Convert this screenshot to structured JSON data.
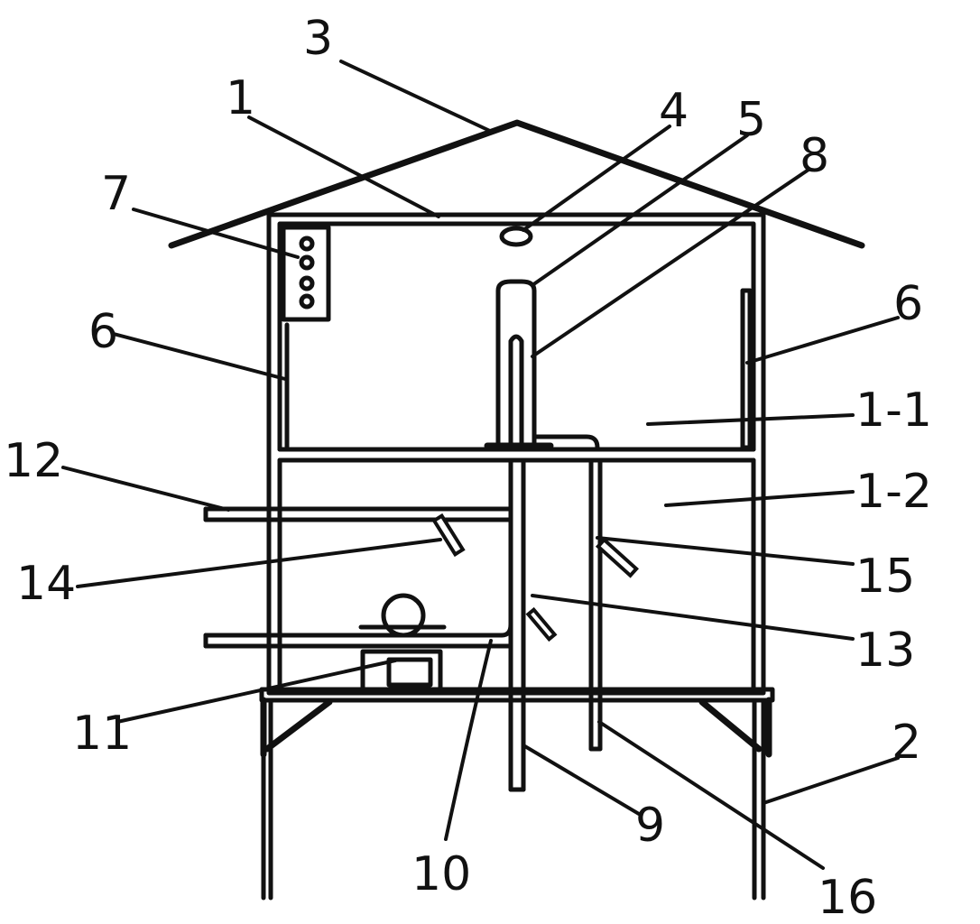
{
  "labels": {
    "l3": "3",
    "l1": "1",
    "l4": "4",
    "l5": "5",
    "l8": "8",
    "l7": "7",
    "l6a": "6",
    "l6b": "6",
    "l11a": "1-1",
    "l12": "12",
    "l12b": "1-2",
    "l14": "14",
    "l15": "15",
    "l13": "13",
    "l11": "11",
    "l2": "2",
    "l9": "9",
    "l10": "10",
    "l16": "16"
  }
}
